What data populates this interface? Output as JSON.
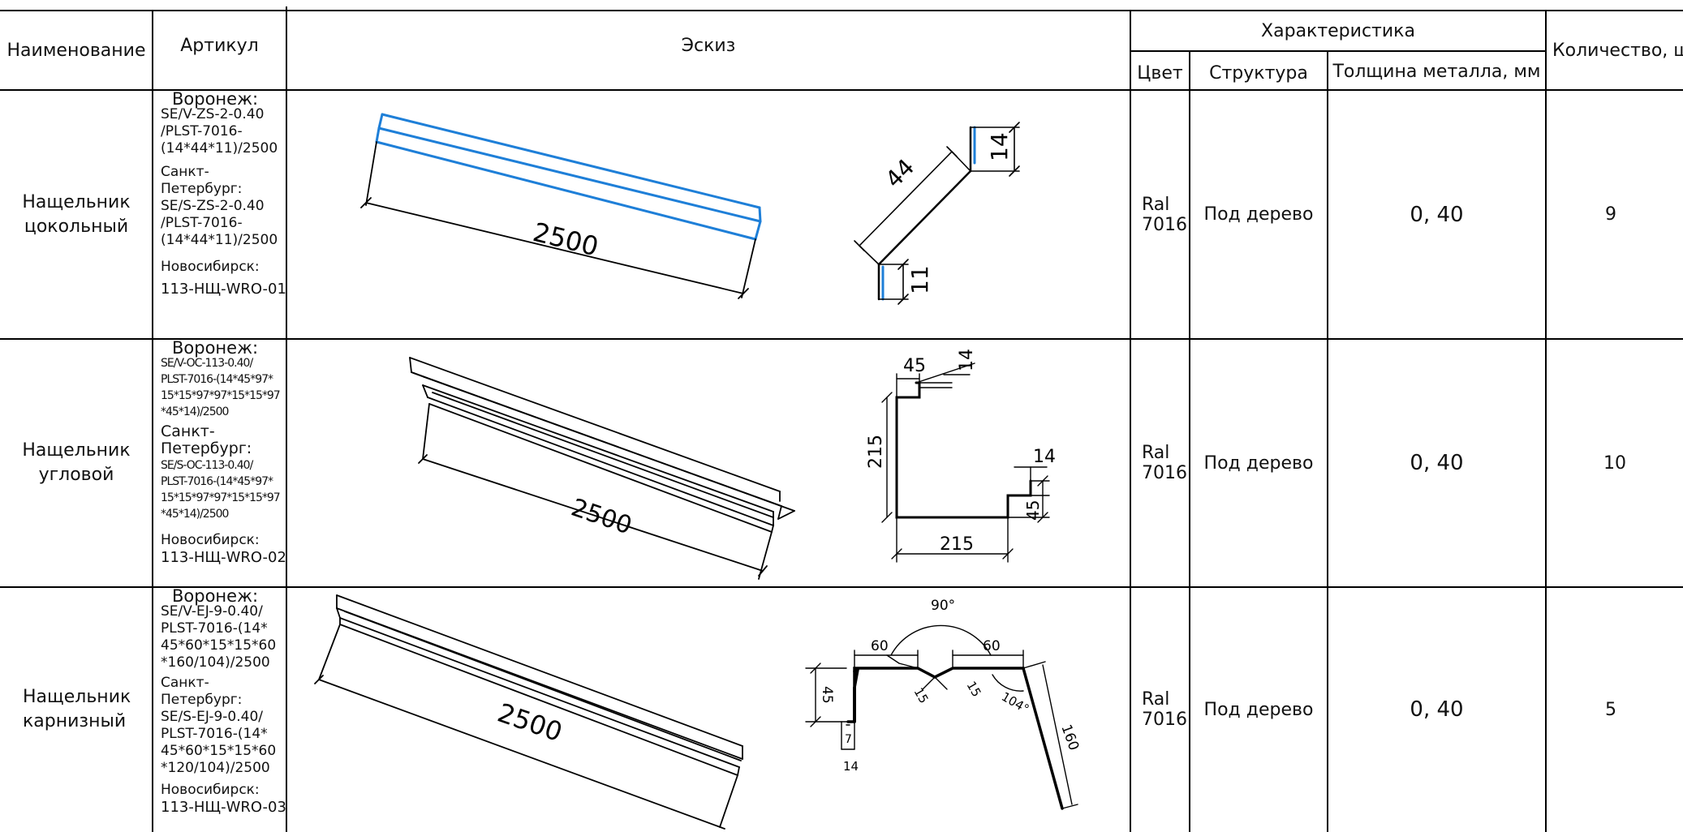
{
  "headers": {
    "name": "Наименование",
    "article": "Артикул",
    "sketch": "Эскиз",
    "characteristic": "Характеристика",
    "color": "Цвет",
    "structure": "Структура",
    "thickness": "Толщина металла, мм",
    "quantity": "Количество, шт"
  },
  "rows": [
    {
      "name_line1": "Нащельник",
      "name_line2": "цокольный",
      "voronezh_label": "Воронеж:",
      "voronezh_code": [
        "SE/V-ZS-2-0.40",
        "/PLST-7016-",
        "(14*44*11)/2500"
      ],
      "spb_label": "Санкт-Петербург:",
      "spb_code": [
        "SE/S-ZS-2-0.40",
        "/PLST-7016-",
        "(14*44*11)/2500"
      ],
      "nsk_label": "Новосибирск:",
      "nsk_code": "113-НЩ-WRO-01",
      "sketch_length": "2500",
      "profile_dims": [
        "44",
        "14",
        "11"
      ],
      "color_line1": "Ral",
      "color_line2": "7016",
      "structure": "Под дерево",
      "thickness": "0, 40",
      "quantity": "9"
    },
    {
      "name_line1": "Нащельник",
      "name_line2": "угловой",
      "voronezh_label": "Воронеж:",
      "voronezh_code": [
        "SE/V-OC-113-0.40/",
        "PLST-7016-(14*45*97*",
        "15*15*97*97*15*15*97",
        "*45*14)/2500"
      ],
      "spb_label": "Санкт-Петербург:",
      "spb_code": [
        "SE/S-OC-113-0.40/",
        "PLST-7016-(14*45*97*",
        "15*15*97*97*15*15*97",
        "*45*14)/2500"
      ],
      "nsk_label": "Новосибирск:",
      "nsk_code": "113-НЩ-WRO-02",
      "sketch_length": "2500",
      "profile_dims": [
        "45",
        "14",
        "215",
        "14",
        "45",
        "215"
      ],
      "color_line1": "Ral",
      "color_line2": "7016",
      "structure": "Под дерево",
      "thickness": "0, 40",
      "quantity": "10"
    },
    {
      "name_line1": "Нащельник",
      "name_line2": "карнизный",
      "voronezh_label": "Воронеж:",
      "voronezh_code": [
        "SE/V-EJ-9-0.40/",
        "PLST-7016-(14*",
        "45*60*15*15*60",
        "*160/104)/2500"
      ],
      "spb_label": "Санкт-Петербург:",
      "spb_code": [
        "SE/S-EJ-9-0.40/",
        "PLST-7016-(14*",
        "45*60*15*15*60",
        "*120/104)/2500"
      ],
      "nsk_label": "Новосибирск:",
      "nsk_code": "113-НЩ-WRO-03",
      "sketch_length": "2500",
      "profile_dims": [
        "90°",
        "60",
        "60",
        "45",
        "15",
        "15",
        "104°",
        "160",
        "7",
        "14"
      ],
      "color_line1": "Ral",
      "color_line2": "7016",
      "structure": "Под дерево",
      "thickness": "0, 40",
      "quantity": "5"
    }
  ],
  "colors": {
    "line": "#000000",
    "highlight": "#1e7fd8"
  }
}
